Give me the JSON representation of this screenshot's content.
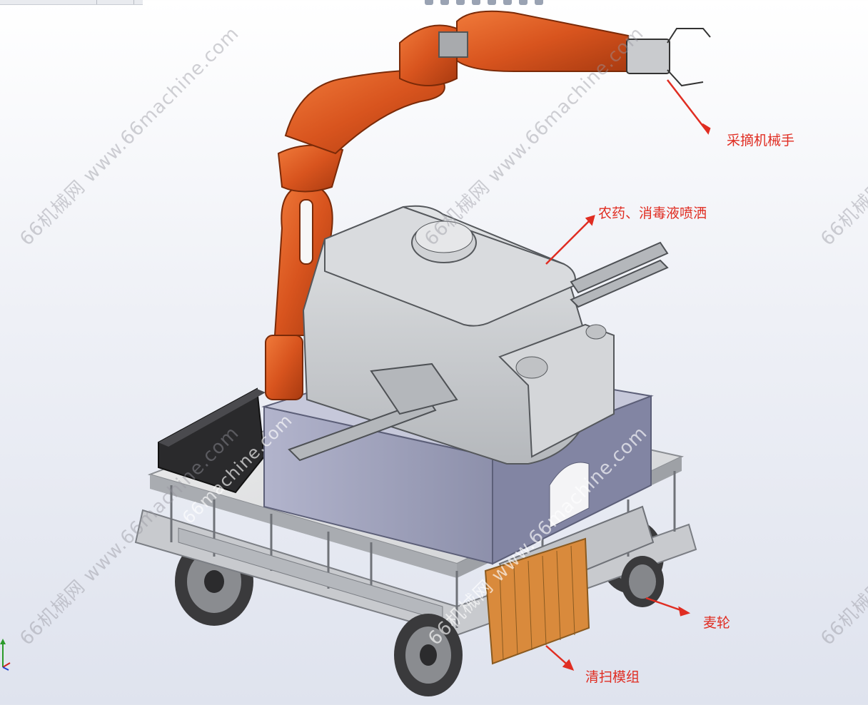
{
  "callouts": {
    "picking_arm": "采摘机械手",
    "sprayer": "农药、消毒液喷洒",
    "wheel": "麦轮",
    "sweeper": "清扫模组"
  },
  "watermarks": {
    "text": "66机械网 www.66machine.com",
    "short": "66机械网",
    "site": "www.66machine.com",
    "site_short": "66machine.com"
  },
  "colors": {
    "callout": "#e02d22",
    "arm": "#d8541e",
    "tank": "#c7c9cc",
    "body": "#9a9db8",
    "battery": "#2a2a2c",
    "frame": "#b9bcc2",
    "wheel": "#3a3a3c",
    "sweeper": "#d98a3c"
  },
  "icons": [
    "toolbar-icons",
    "view-triad-icon"
  ]
}
